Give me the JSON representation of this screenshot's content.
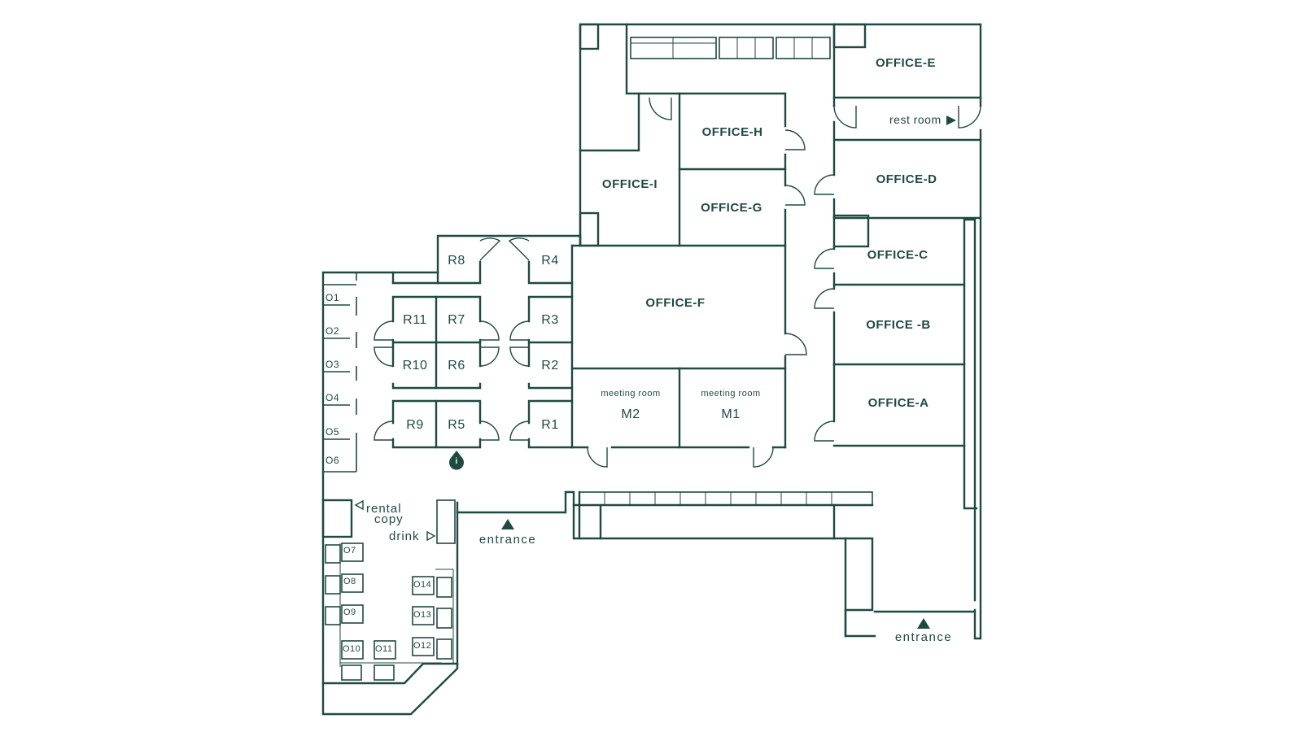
{
  "offices": {
    "a": "OFFICE-A",
    "b": "OFFICE -B",
    "c": "OFFICE-C",
    "d": "OFFICE-D",
    "e": "OFFICE-E",
    "f": "OFFICE-F",
    "g": "OFFICE-G",
    "h": "OFFICE-H",
    "i": "OFFICE-I"
  },
  "rooms": {
    "r1": "R1",
    "r2": "R2",
    "r3": "R3",
    "r4": "R4",
    "r5": "R5",
    "r6": "R6",
    "r7": "R7",
    "r8": "R8",
    "r9": "R9",
    "r10": "R10",
    "r11": "R11"
  },
  "meeting": {
    "caption": "meeting room",
    "m1": "M1",
    "m2": "M2"
  },
  "open_desks": {
    "o1": "O1",
    "o2": "O2",
    "o3": "O3",
    "o4": "O4",
    "o5": "O5",
    "o6": "O6",
    "o7": "O7",
    "o8": "O8",
    "o9": "O9",
    "o10": "O10",
    "o11": "O11",
    "o12": "O12",
    "o13": "O13",
    "o14": "O14"
  },
  "facilities": {
    "rest_room": "rest room",
    "rental": "rental",
    "copy": "copy",
    "drink": "drink",
    "entrance": "entrance",
    "info": "i"
  },
  "icons": [
    "arrow-right-icon",
    "arrow-left-icon",
    "arrow-up-icon",
    "info-pin-icon"
  ],
  "colors": {
    "line": "#1f4a40",
    "background": "#ffffff"
  }
}
